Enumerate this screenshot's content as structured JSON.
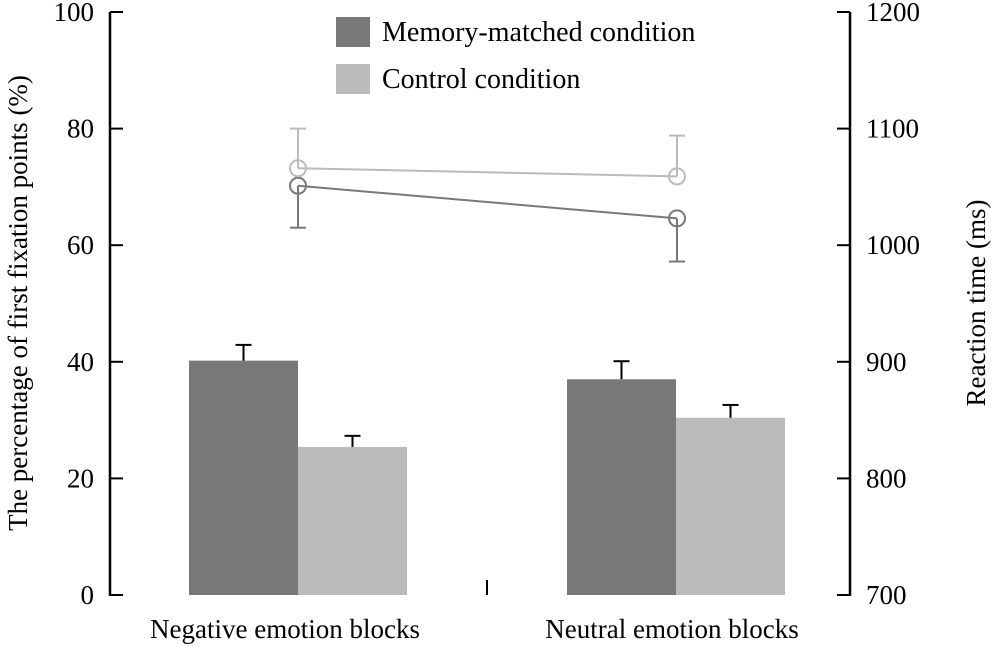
{
  "chart_data": {
    "type": "bar",
    "categories": [
      "Negative emotion blocks",
      "Neutral emotion blocks"
    ],
    "ylabel": "The percentage of first fixation points (%)",
    "ylabel_right": "Reaction time (ms)",
    "ylim": [
      0,
      100
    ],
    "ylim_right": [
      700,
      1200
    ],
    "yticks": [
      "0",
      "20",
      "40",
      "60",
      "80",
      "100"
    ],
    "yticks_right": [
      "700",
      "800",
      "900",
      "1000",
      "1100",
      "1200"
    ],
    "legend_position": "top-center",
    "series": [
      {
        "name": "Memory-matched condition",
        "color": "#787878",
        "values": [
          40.2,
          37.0
        ],
        "error": [
          2.7,
          3.1
        ]
      },
      {
        "name": "Control condition",
        "color": "#bbbbbb",
        "values": [
          25.4,
          30.4
        ],
        "error": [
          1.9,
          2.2
        ]
      }
    ],
    "line_series": [
      {
        "name": "Memory-matched condition",
        "color": "#787878",
        "axis": "right",
        "values": [
          1051,
          1023
        ],
        "error": [
          36,
          37
        ]
      },
      {
        "name": "Control condition",
        "color": "#bbbbbb",
        "axis": "right",
        "values": [
          1066,
          1059
        ],
        "error": [
          34,
          35
        ]
      }
    ]
  }
}
